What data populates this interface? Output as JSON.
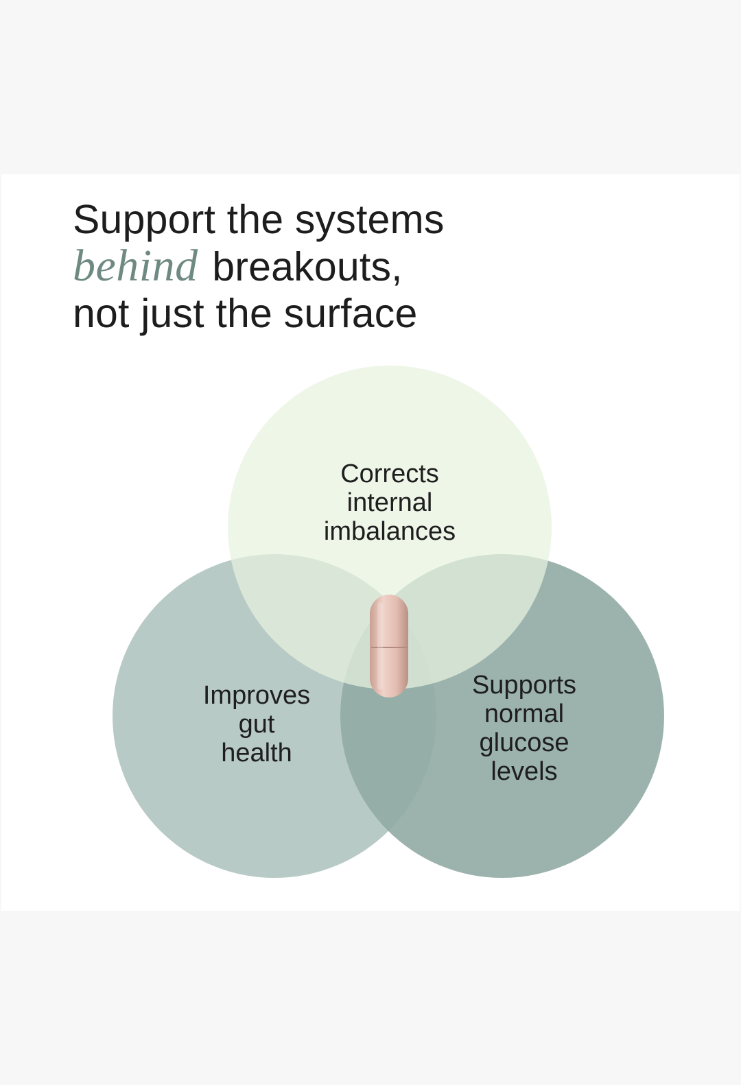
{
  "headline": {
    "line1": "Support the systems",
    "line2_accent": "behind",
    "line2_rest": "breakouts,",
    "line3": "not just the surface",
    "accent_color": "#6f8a82"
  },
  "venn": {
    "circles": {
      "top": {
        "lines": [
          "Corrects",
          "internal",
          "imbalances"
        ],
        "color": "#e7f3df"
      },
      "left": {
        "lines": [
          "Improves",
          "gut",
          "health"
        ],
        "color": "#b4c7c2"
      },
      "right": {
        "lines": [
          "Supports",
          "normal",
          "glucose",
          "levels"
        ],
        "color": "#91aba4"
      }
    },
    "center_icon": "capsule-icon",
    "capsule_color": "#e5beb2"
  }
}
